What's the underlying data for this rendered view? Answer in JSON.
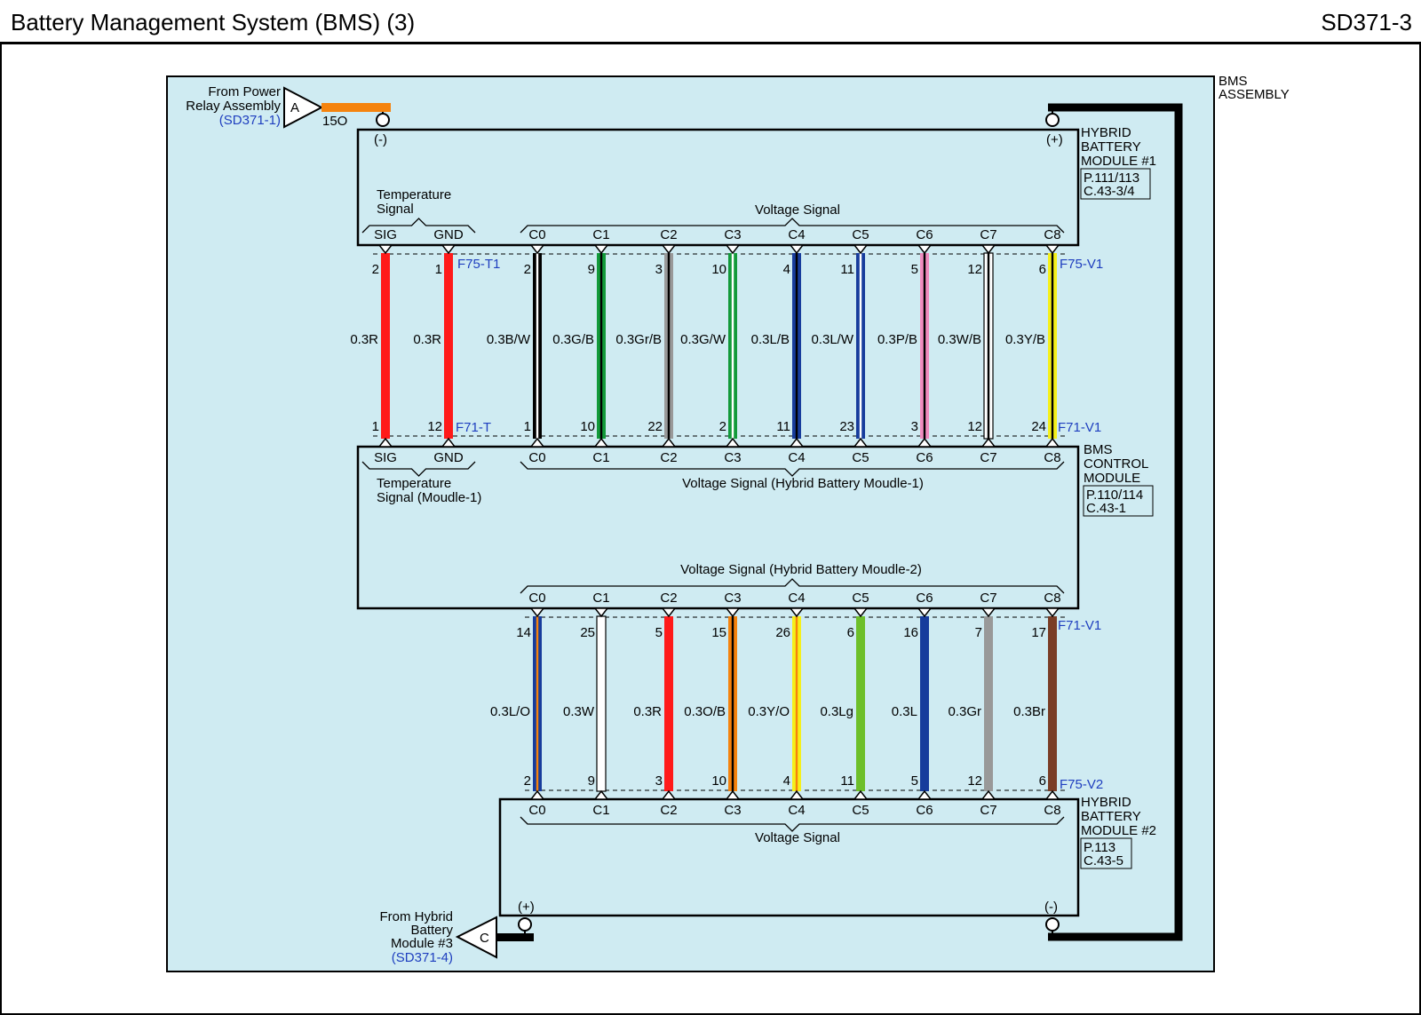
{
  "header": {
    "title": "Battery Management System (BMS) (3)",
    "code": "SD371-3"
  },
  "colors": {
    "panel": "#cfebf2",
    "ref_text": "#1f3fbf"
  },
  "assembly": {
    "label_lines": [
      "BMS",
      "ASSEMBLY"
    ]
  },
  "hbm1": {
    "label_lines": [
      "HYBRID",
      "BATTERY",
      "MODULE #1"
    ],
    "ref_lines": [
      "P.111/113",
      "C.43-3/4"
    ],
    "neg_label": "(-)",
    "pos_label": "(+)",
    "temp_label_lines": [
      "Temperature",
      "Signal"
    ],
    "voltage_label": "Voltage Signal"
  },
  "power_source": {
    "label_lines": [
      "From Power",
      "Relay Assembly"
    ],
    "ref": "(SD371-1)",
    "connector": "A",
    "wire": "15O",
    "wire_color": "#f5830e"
  },
  "bms_ctrl": {
    "label_lines": [
      "BMS",
      "CONTROL",
      "MODULE"
    ],
    "ref_lines": [
      "P.110/114",
      "C.43-1"
    ],
    "temp_label_lines": [
      "Temperature",
      "Signal (Moudle-1)"
    ],
    "voltage_label_1": "Voltage Signal (Hybrid Battery Moudle-1)",
    "voltage_label_2": "Voltage Signal (Hybrid Battery Moudle-2)"
  },
  "hbm2": {
    "label_lines": [
      "HYBRID",
      "BATTERY",
      "MODULE #2"
    ],
    "ref_lines": [
      "P.113",
      "C.43-5"
    ],
    "pos_label": "(+)",
    "neg_label": "(-)",
    "voltage_label": "Voltage Signal"
  },
  "hybrid3_source": {
    "label_lines": [
      "From Hybrid",
      "Battery",
      "Module #3"
    ],
    "ref": "(SD371-4)",
    "connector": "C"
  },
  "connectors": {
    "top_upper_t": "F75-T1",
    "top_upper_v": "F75-V1",
    "top_lower_t": "F71-T",
    "top_lower_v": "F71-V1",
    "bottom_upper_v": "F71-V1",
    "bottom_lower_v": "F75-V2"
  },
  "top_wires": [
    {
      "term": "SIG",
      "upper_pin": "2",
      "lower_pin": "1",
      "spec": "0.3R",
      "main": "#ff1a1a",
      "stripe": ""
    },
    {
      "term": "GND",
      "upper_pin": "1",
      "lower_pin": "12",
      "spec": "0.3R",
      "main": "#ff1a1a",
      "stripe": ""
    },
    {
      "term": "C0",
      "upper_pin": "2",
      "lower_pin": "1",
      "spec": "0.3B/W",
      "main": "#000000",
      "stripe": "#ffffff"
    },
    {
      "term": "C1",
      "upper_pin": "9",
      "lower_pin": "10",
      "spec": "0.3G/B",
      "main": "#129a3a",
      "stripe": "#000000"
    },
    {
      "term": "C2",
      "upper_pin": "3",
      "lower_pin": "22",
      "spec": "0.3Gr/B",
      "main": "#999999",
      "stripe": "#000000"
    },
    {
      "term": "C3",
      "upper_pin": "10",
      "lower_pin": "2",
      "spec": "0.3G/W",
      "main": "#129a3a",
      "stripe": "#ffffff"
    },
    {
      "term": "C4",
      "upper_pin": "4",
      "lower_pin": "11",
      "spec": "0.3L/B",
      "main": "#173c9c",
      "stripe": "#000000"
    },
    {
      "term": "C5",
      "upper_pin": "11",
      "lower_pin": "23",
      "spec": "0.3L/W",
      "main": "#173c9c",
      "stripe": "#ffffff"
    },
    {
      "term": "C6",
      "upper_pin": "5",
      "lower_pin": "3",
      "spec": "0.3P/B",
      "main": "#f08cbf",
      "stripe": "#000000"
    },
    {
      "term": "C7",
      "upper_pin": "12",
      "lower_pin": "12",
      "spec": "0.3W/B",
      "main": "#ffffff",
      "stripe": "#000000"
    },
    {
      "term": "C8",
      "upper_pin": "6",
      "lower_pin": "24",
      "spec": "0.3Y/B",
      "main": "#f5f01a",
      "stripe": "#000000"
    }
  ],
  "bottom_wires": [
    {
      "term": "C0",
      "upper_pin": "14",
      "lower_pin": "2",
      "spec": "0.3L/O",
      "main": "#173c9c",
      "stripe": "#f5830e"
    },
    {
      "term": "C1",
      "upper_pin": "25",
      "lower_pin": "9",
      "spec": "0.3W",
      "main": "#ffffff",
      "stripe": ""
    },
    {
      "term": "C2",
      "upper_pin": "5",
      "lower_pin": "3",
      "spec": "0.3R",
      "main": "#ff1a1a",
      "stripe": ""
    },
    {
      "term": "C3",
      "upper_pin": "15",
      "lower_pin": "10",
      "spec": "0.3O/B",
      "main": "#f5830e",
      "stripe": "#000000"
    },
    {
      "term": "C4",
      "upper_pin": "26",
      "lower_pin": "4",
      "spec": "0.3Y/O",
      "main": "#f5f01a",
      "stripe": "#f5830e"
    },
    {
      "term": "C5",
      "upper_pin": "6",
      "lower_pin": "11",
      "spec": "0.3Lg",
      "main": "#6dbf2a",
      "stripe": ""
    },
    {
      "term": "C6",
      "upper_pin": "16",
      "lower_pin": "5",
      "spec": "0.3L",
      "main": "#173c9c",
      "stripe": ""
    },
    {
      "term": "C7",
      "upper_pin": "7",
      "lower_pin": "12",
      "spec": "0.3Gr",
      "main": "#999999",
      "stripe": ""
    },
    {
      "term": "C8",
      "upper_pin": "17",
      "lower_pin": "6",
      "spec": "0.3Br",
      "main": "#7a3d26",
      "stripe": ""
    }
  ]
}
